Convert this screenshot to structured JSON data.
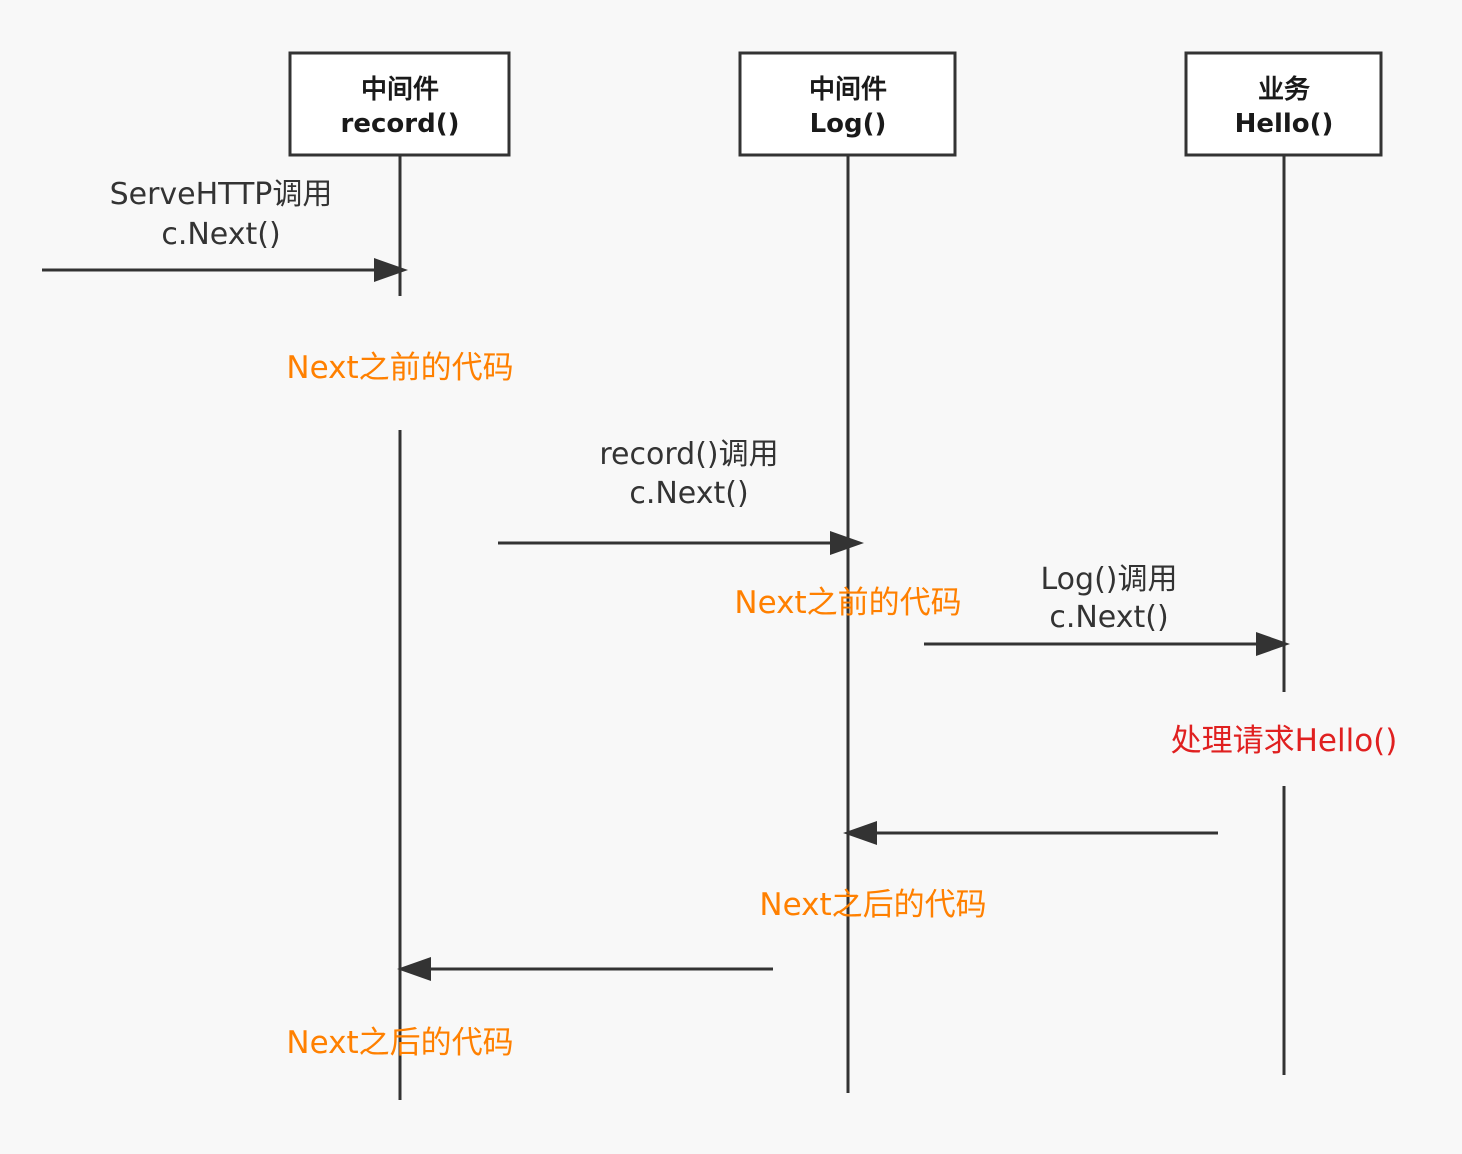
{
  "colors": {
    "background": "#f8f8f8",
    "line": "#333333",
    "box_border": "#333333",
    "box_fill": "#ffffff",
    "text": "#333333",
    "note_orange": "#ff8000",
    "note_red": "#e02020"
  },
  "participants": [
    {
      "id": "record",
      "line1": "中间件",
      "line2": "record()"
    },
    {
      "id": "log",
      "line1": "中间件",
      "line2": "Log()"
    },
    {
      "id": "hello",
      "line1": "业务",
      "line2": "Hello()"
    }
  ],
  "messages": [
    {
      "from": "external",
      "to": "record",
      "line1": "ServeHTTP调用",
      "line2": "c.Next()"
    },
    {
      "from": "record",
      "to": "log",
      "line1": "record()调用",
      "line2": "c.Next()"
    },
    {
      "from": "log",
      "to": "hello",
      "line1": "Log()调用",
      "line2": "c.Next()"
    },
    {
      "from": "hello",
      "to": "log",
      "line1": "",
      "line2": ""
    },
    {
      "from": "log",
      "to": "record",
      "line1": "",
      "line2": ""
    }
  ],
  "notes": [
    {
      "text": "Next之前的代码",
      "color": "orange"
    },
    {
      "text": "Next之前的代码",
      "color": "orange"
    },
    {
      "text": "处理请求Hello()",
      "color": "red"
    },
    {
      "text": "Next之后的代码",
      "color": "orange"
    },
    {
      "text": "Next之后的代码",
      "color": "orange"
    }
  ]
}
